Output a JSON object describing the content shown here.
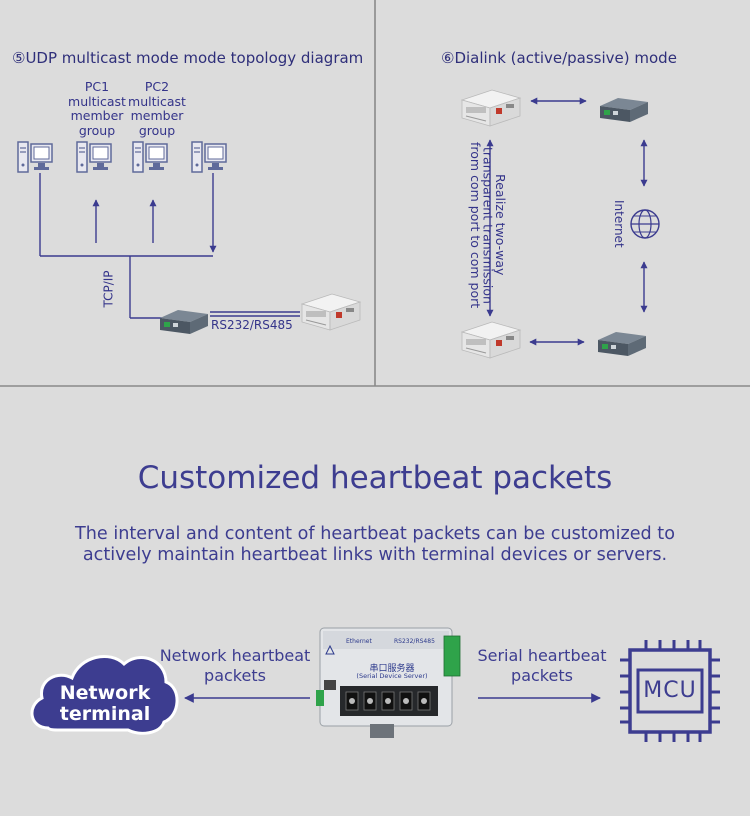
{
  "top_left": {
    "title": "⑤UDP multicast mode mode topology diagram",
    "pc1_label": "PC1 multicast member group",
    "pc2_label": "PC2 multicast member group",
    "tcpip_label": "TCP/IP",
    "serial_label": "RS232/RS485"
  },
  "top_right": {
    "title": "⑥Dialink (active/passive) mode",
    "vertical_note": "Realize two-way transparent transmission from com port to com port",
    "internet_label": "Internet"
  },
  "heartbeat": {
    "heading": "Customized heartbeat packets",
    "description_line1": "The interval and content of heartbeat packets can be customized to",
    "description_line2": "actively maintain heartbeat links with terminal devices or servers.",
    "network_packets_label": "Network heartbeat packets",
    "serial_packets_label": "Serial heartbeat packets",
    "cloud_label": "Network terminal",
    "mcu_label": "MCU",
    "device_label_cn": "串口服务器",
    "device_label_en": "(Serial Device Server)",
    "device_port_ethernet": "Ethernet",
    "device_port_serial": "RS232/RS485"
  },
  "colors": {
    "accent": "#3d3d90",
    "line": "#3b3b8f",
    "background": "#dcdcdc",
    "divider": "#8a8a8a"
  }
}
